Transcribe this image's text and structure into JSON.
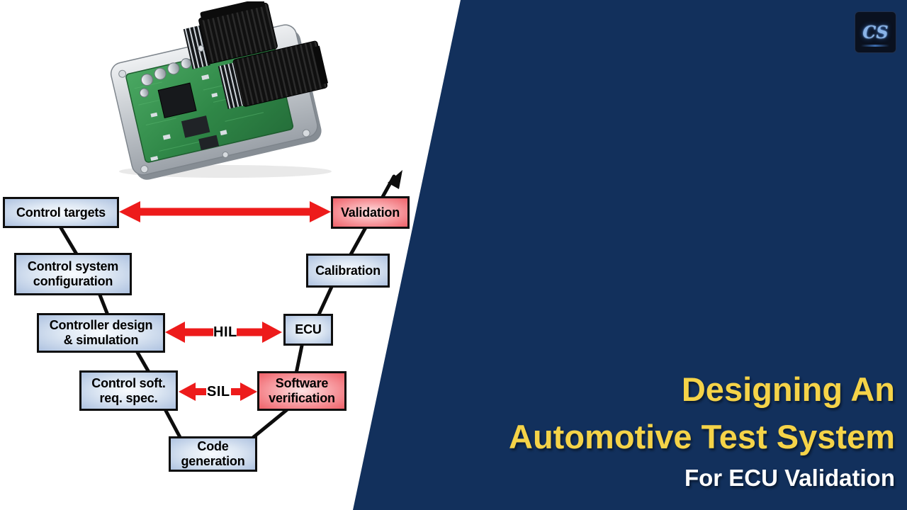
{
  "page": {
    "background": "#FFFFFF",
    "panel_color": "#12305C"
  },
  "logo": {
    "text": "CS"
  },
  "title": {
    "line1": "Designing An",
    "line2": "Automotive Test System",
    "line3": "For ECU Validation",
    "title_color": "#F5D348",
    "subtitle_color": "#FFFFFF"
  },
  "diagram": {
    "type": "v-model-development-flow",
    "boxes": [
      {
        "id": "control-targets",
        "label": "Control targets",
        "style": "blue"
      },
      {
        "id": "validation",
        "label": "Validation",
        "style": "pink"
      },
      {
        "id": "control-system-configuration",
        "label": "Control system\nconfiguration",
        "style": "blue"
      },
      {
        "id": "calibration",
        "label": "Calibration",
        "style": "blue"
      },
      {
        "id": "controller-design-simulation",
        "label": "Controller design\n& simulation",
        "style": "blue"
      },
      {
        "id": "ecu",
        "label": "ECU",
        "style": "blue"
      },
      {
        "id": "control-soft-req-spec",
        "label": "Control soft.\nreq. spec.",
        "style": "blue"
      },
      {
        "id": "software-verification",
        "label": "Software\nverification",
        "style": "pink"
      },
      {
        "id": "code-generation",
        "label": "Code\ngeneration",
        "style": "blue"
      }
    ],
    "arrow_labels": {
      "hil": "HIL",
      "sil": "SIL"
    },
    "colors": {
      "box_blue_edge": "#AEC2E0",
      "box_blue_center": "#F8FBFE",
      "box_pink_edge": "#EF6169",
      "box_pink_center": "#FDE3E4",
      "arrow_red": "#ED1B1B",
      "connector_black": "#0D0D0D"
    }
  }
}
